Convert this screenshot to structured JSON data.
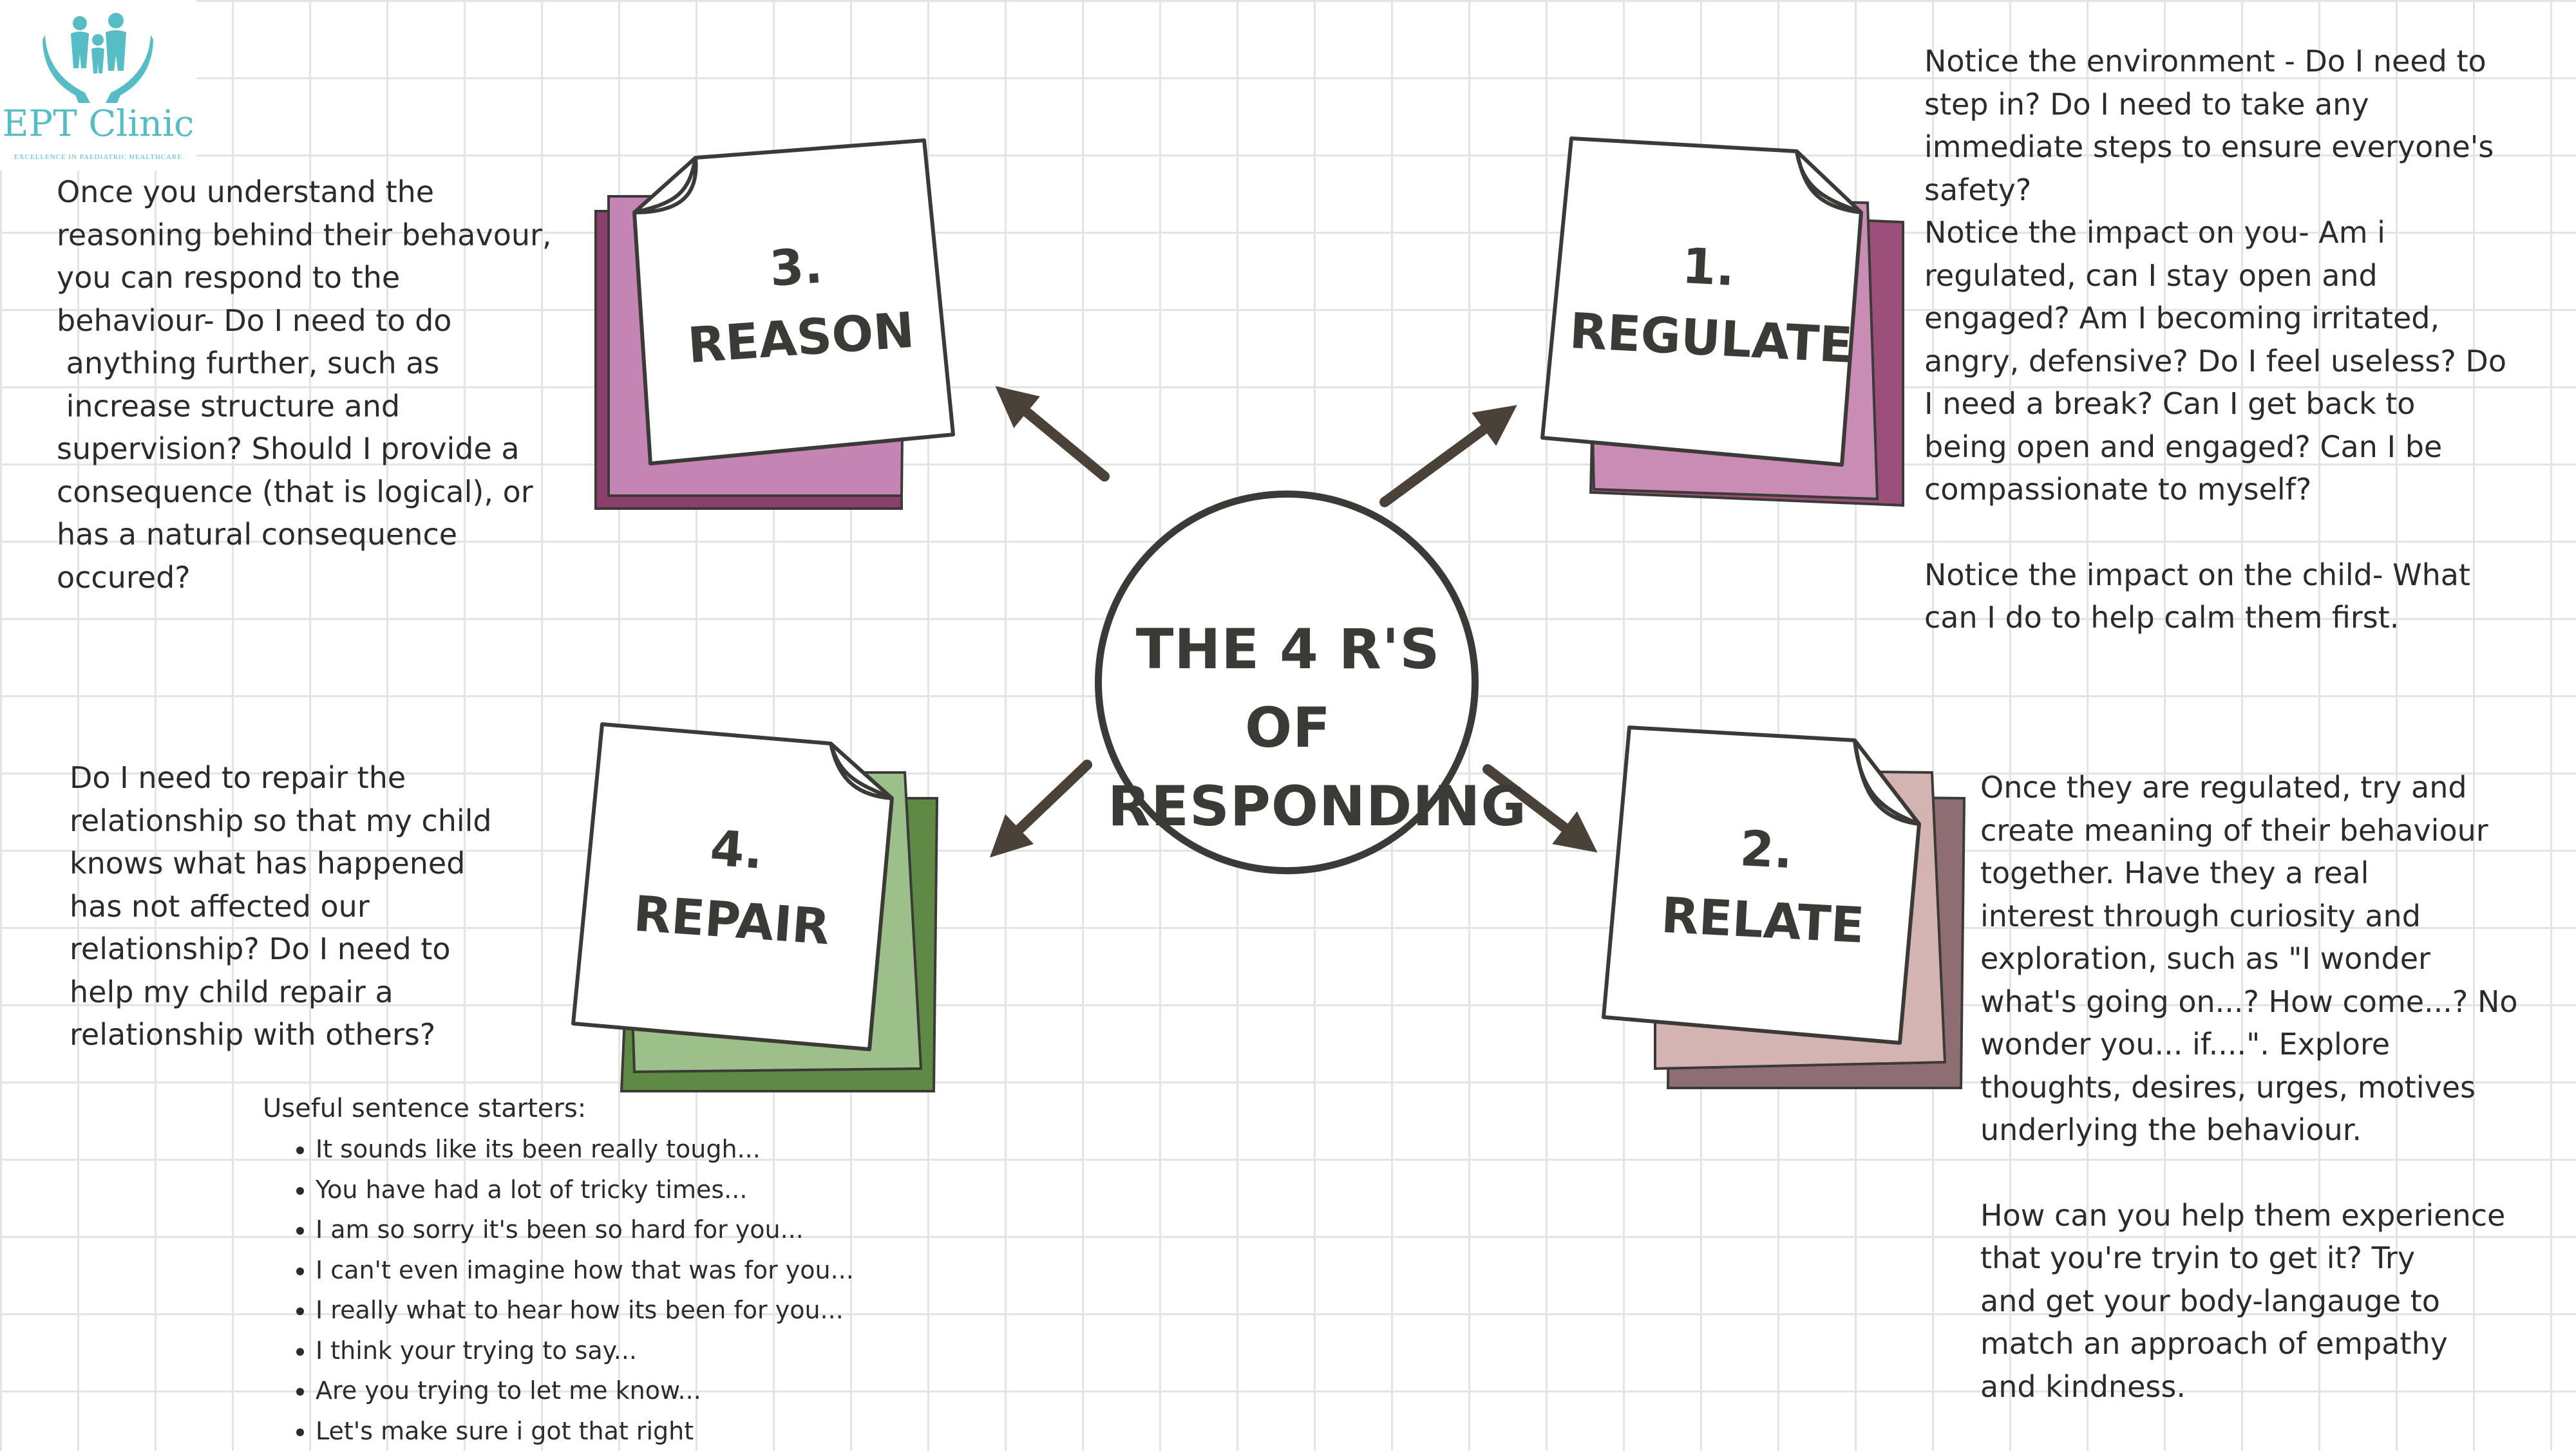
{
  "logo": {
    "name": "EPT Clinic",
    "tagline": "EXCELLENCE IN PAEDIATRIC HEALTHCARE",
    "icon": "hands-family-icon",
    "color": "#56bcc6"
  },
  "center": {
    "line1": "THE 4 R'S OF",
    "line2": "RESPONDING"
  },
  "notes": {
    "regulate": {
      "number": "1.",
      "title": "REGULATE",
      "colors": [
        "#9b4f7a",
        "#c98db5"
      ]
    },
    "relate": {
      "number": "2.",
      "title": "RELATE",
      "colors": [
        "#8e6e72",
        "#d4b3b3"
      ]
    },
    "reason": {
      "number": "3.",
      "title": "REASON",
      "colors": [
        "#8a3f6e",
        "#c485b5"
      ]
    },
    "repair": {
      "number": "4.",
      "title": "REPAIR",
      "colors": [
        "#5e8a45",
        "#9dbf8a"
      ]
    }
  },
  "regulate_text": {
    "p1": [
      "Notice the environment - Do I need to",
      "step in? Do I need to take any",
      "immediate steps to ensure everyone's",
      "safety?",
      "Notice the impact on you- Am i",
      "regulated, can I stay open and",
      "engaged? Am I becoming irritated,",
      "angry, defensive? Do I feel useless? Do",
      "I need a break? Can I get back to",
      "being open and engaged? Can I be",
      "compassionate to myself?"
    ],
    "p2": [
      "Notice the impact on the child- What",
      "can I do to help calm them first."
    ]
  },
  "reason_text": [
    "Once you understand the",
    "reasoning behind their behavour,",
    "you can respond to the",
    "behaviour- Do I need to do",
    " anything further, such as",
    " increase structure and",
    "supervision? Should I provide a",
    "consequence (that is logical), or",
    "has a natural consequence",
    "occured?"
  ],
  "repair_text": [
    "Do I need to repair the",
    "relationship so that my child",
    "knows what has happened",
    "has not affected our",
    "relationship? Do I need to",
    "help my child repair a",
    "relationship with others?"
  ],
  "relate_text": {
    "p1": [
      "Once they are regulated, try and",
      "create meaning of their behaviour",
      "together. Have they a real",
      "interest through curiosity and",
      "exploration, such as \"I wonder",
      "what's going on...? How come...? No",
      "wonder you... if....\". Explore",
      "thoughts, desires, urges, motives",
      "underlying the behaviour."
    ],
    "p2": [
      "How can you help them experience",
      "that you're tryin to get it? Try",
      "and get your body-langauge to",
      "match an approach of empathy",
      "and kindness."
    ]
  },
  "starters": {
    "title": "Useful sentence starters:",
    "items": [
      "It sounds like its been really tough...",
      "You have had a lot of tricky times...",
      "I am so sorry it's been so hard for you...",
      "I can't even imagine how that was for you...",
      "I really what to hear how its been for you...",
      "I think your trying to say...",
      "Are you trying to let me know...",
      "Let's make sure i got that right"
    ]
  },
  "arrow_color": "#4a4238"
}
